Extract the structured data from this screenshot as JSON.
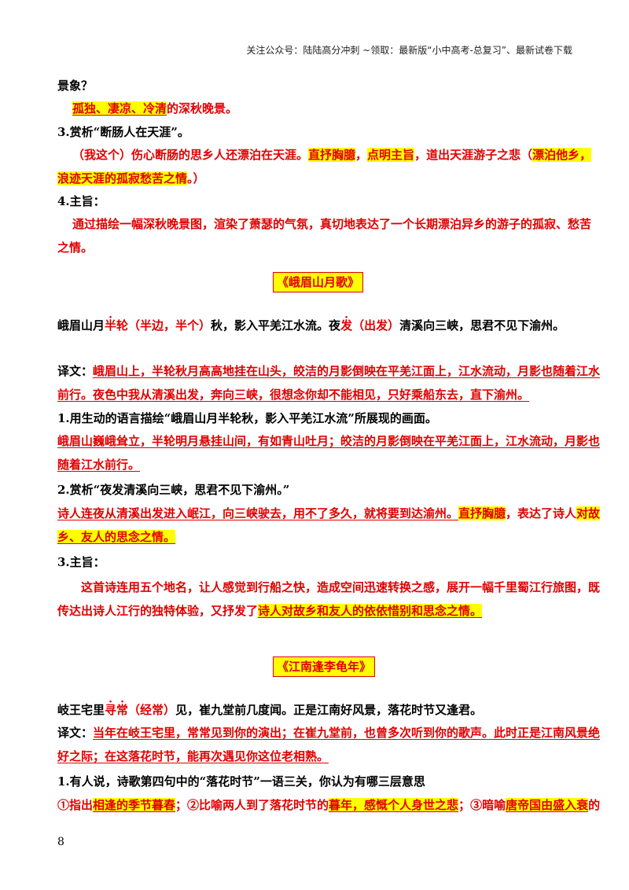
{
  "header": {
    "text": "关注公众号：陆陆高分冲刺 ~领取：最新版“小中高考-总复习”、最新试卷下载"
  },
  "section1": {
    "q_tail": "景象？",
    "a1_p1": "孤独、凄凉、冷清",
    "a1_p2": "的深秋晚景。",
    "q3": "3.赏析“断肠人在天涯”。",
    "a3_l1_p1": "（我这个）伤心断肠的思乡人还漂泊在天涯。",
    "a3_l1_p2": "直抒胸臆",
    "a3_l1_p3": "，",
    "a3_l1_p4": "点明主旨",
    "a3_l1_p5": "，道出天涯游子之悲（",
    "a3_l1_p6": "漂泊他乡，",
    "a3_l2_p1": "浪迹天涯的孤寂愁苦之情",
    "a3_l2_p2": "。）",
    "q4": "4.主旨：",
    "a4_l1": "通过描绘一幅深秋晚景图，渲染了萧瑟的气氛，真切地表达了一个长期漂泊异乡的游子的孤寂、愁苦",
    "a4_l2": "之情。"
  },
  "section2": {
    "title": "《峨眉山月歌》",
    "poem_p1": "峨眉山月",
    "poem_p2": "半",
    "poem_p3": "轮（半边，半个）",
    "poem_p4": "秋，影入平羌江水流。夜",
    "poem_p5": "发",
    "poem_p6": "（出发）",
    "poem_p7": "清溪向三峡，思君不见下渝州。",
    "trans_label": "译文：",
    "trans_l1": "峨眉山上，半轮秋月高高地挂在山头，皎洁的月影倒映在平羌江面上，江水流动，月影也随着江水",
    "trans_l2": "前行。夜色中我从清溪出发，奔向三峡，很想念你却不能相见，只好乘船东去，直下渝州。",
    "q1": "1.用生动的语言描绘“峨眉山月半轮秋，影入平羌江水流”所展现的画面。",
    "a1_l1": "峨眉山巍峨耸立，半轮明月悬挂山间，有如青山吐月；皎洁的月影倒映在平羌江面上，江水流动，月影也",
    "a1_l2": "随着江水前行。",
    "q2": "2.赏析“夜发清溪向三峡，思君不见下渝州。”",
    "a2_l1_p1": "诗人连夜从清溪出发进入岷江，向三峡驶去，用不了多久，就将要到达渝州。",
    "a2_l1_p2": "直抒胸臆",
    "a2_l1_p3": "，表达了诗人",
    "a2_l1_p4": "对故",
    "a2_l2_p1": "乡、友人的思念之情。",
    "q3": "3.主旨：",
    "a3_l1": "这首诗连用五个地名，让人感觉到行船之快，造成空间迅速转换之感，展开一幅千里蜀江行旅图，既",
    "a3_l2_p1": "传达出诗人江行的独特体验，又抒发了",
    "a3_l2_p2": "诗人对故乡和友人的依依惜别和思念之情。"
  },
  "section3": {
    "title": "《江南逢李龟年》",
    "poem_p1": "岐王宅里",
    "poem_p2": "寻",
    "poem_p3": "常",
    "poem_p4": "（经常）",
    "poem_p5": "见，崔九堂前几度闻。正是江南好风景，落花时节又逢君。",
    "trans_label": "译文：",
    "trans_l1": "当年在岐王宅里，常常见到你的演出；在崔九堂前，也曾多次听到你的歌声。此时正是江南风景绝",
    "trans_l2": "好之际；在这落花时节，能再次遇见你这位老相熟。",
    "q1": "1.有人说，诗歌第四句中的“落花时节”一语三关，你认为有哪三层意思",
    "a1_p1": "①指出",
    "a1_p2": "相逢的季节暮春",
    "a1_p3": "；②比喻两人到了落花时节的",
    "a1_p4": "暮年，感慨个人身世之悲",
    "a1_p5": "；③暗喻",
    "a1_p6": "唐帝国由盛入衰",
    "a1_p7": "的"
  },
  "page_number": "8"
}
